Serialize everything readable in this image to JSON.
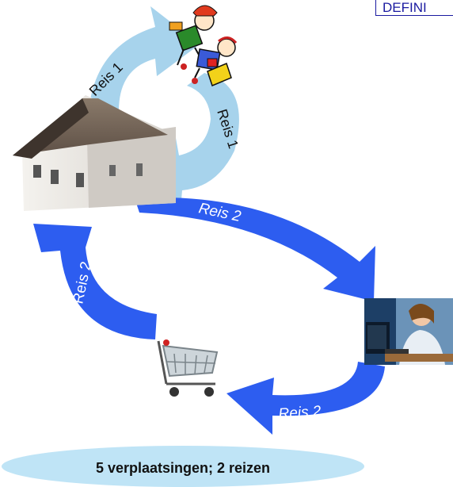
{
  "definition_label": "DEFINI",
  "trips": {
    "trip1_out": "Reis 1",
    "trip1_back": "Reis 1",
    "trip2_a": "Reis 2",
    "trip2_b": "Reis 2",
    "trip2_c": "Reis 2"
  },
  "summary": "5 verplaatsingen; 2 reizen",
  "colors": {
    "trip1_arrow": "#a7d3ec",
    "trip2_arrow": "#2d5df0",
    "summary_bg": "#bfe4f6"
  },
  "icons": [
    "house-icon",
    "playing-kids-icon",
    "office-worker-icon",
    "shopping-cart-icon"
  ]
}
